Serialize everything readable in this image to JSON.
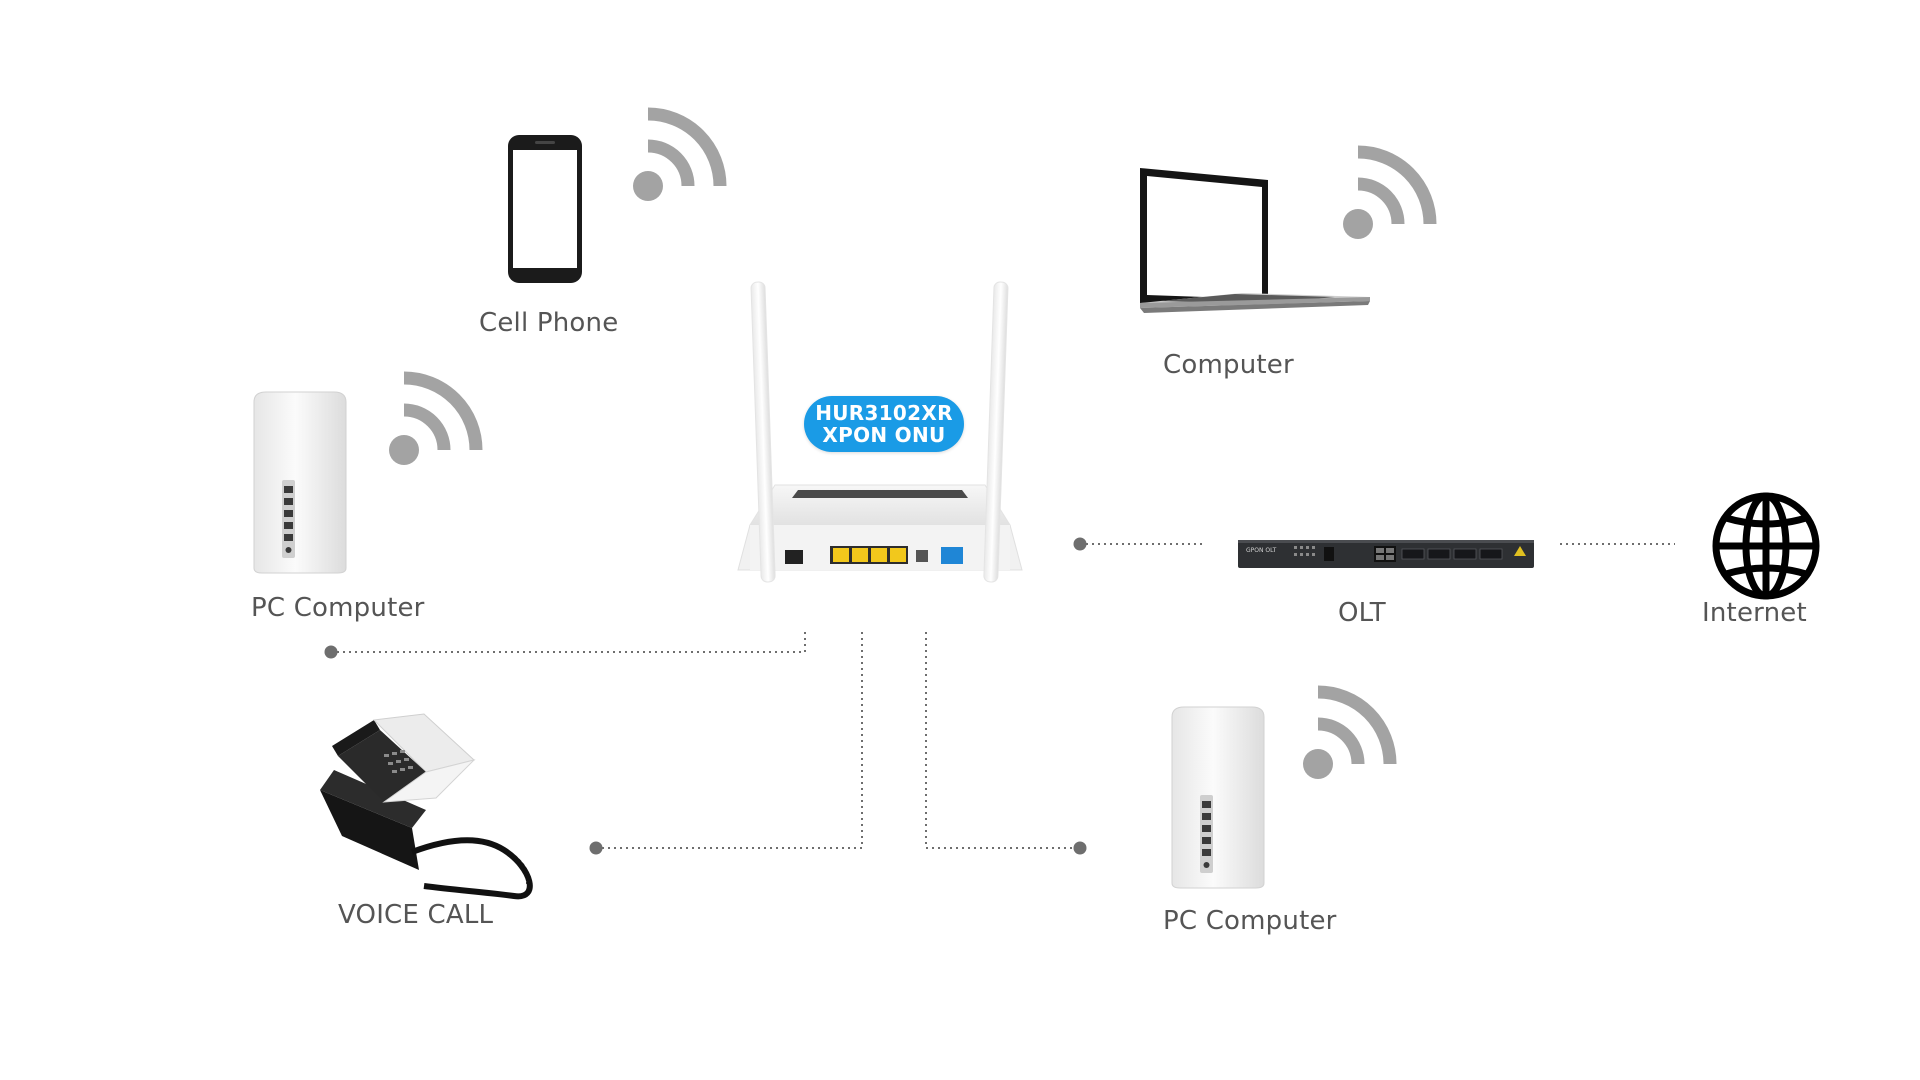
{
  "colors": {
    "wifi": "#a3a3a3",
    "line": "#6e6e6e",
    "badge": "#1a9be6",
    "label": "#555555",
    "port_yellow": "#f2c81c",
    "port_blue": "#1f86d6"
  },
  "device": {
    "model": "HUR3102XR",
    "type": "XPON ONU"
  },
  "labels": {
    "cell_phone": "Cell Phone",
    "computer": "Computer",
    "pc_computer_left": "PC Computer",
    "pc_computer_right": "PC Computer",
    "olt": "OLT",
    "internet": "Internet",
    "voice_call": "VOICE CALL"
  },
  "olt_device_text": "GPON OLT",
  "icons": [
    "smartphone-icon",
    "laptop-icon",
    "mesh-router-icon",
    "desk-phone-icon",
    "olt-switch-icon",
    "globe-icon",
    "wifi-signal-icon",
    "onu-router-icon"
  ]
}
